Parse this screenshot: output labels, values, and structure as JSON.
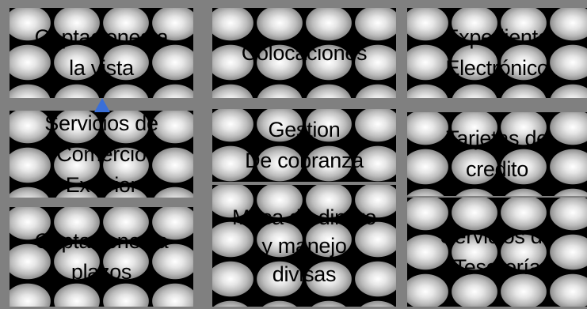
{
  "menu": {
    "tiles": [
      {
        "label": "Captaciones a\nla vista"
      },
      {
        "label": "Colocaciones"
      },
      {
        "label": "Expediente\nElectrónico"
      },
      {
        "label": "Servicios de\nComercio\nExterior"
      },
      {
        "label": "Gestion\nDe cobranza"
      },
      {
        "label": "Tarjetas de\ncredito"
      },
      {
        "label": "Captaciones a\nplazos"
      },
      {
        "label": "Mesa de dinero\ny manejo\ndivisas"
      },
      {
        "label": "Servicios de\nTesorería"
      }
    ]
  },
  "cursor_icon": "arrow-pointer-icon",
  "colors": {
    "background": "#808080",
    "tile_base": "#000000",
    "tile_bubble": "#e6e6e6",
    "cursor": "#3a6fd8"
  }
}
